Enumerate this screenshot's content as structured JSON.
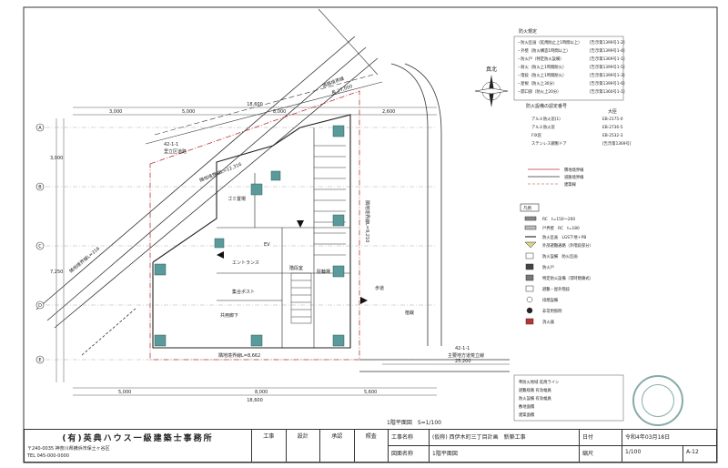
{
  "dims": {
    "top_total": "18,600",
    "top_a": "3,000",
    "top_b": "5,000",
    "top_c": "8,000",
    "top_d": "2,600",
    "bottom_total": "18,600",
    "bottom_a": "5,000",
    "bottom_b": "8,000",
    "bottom_c": "5,600",
    "right_total": "25,200",
    "left_1": "3,000",
    "left_2": "7,250"
  },
  "grid": {
    "rows": [
      "A",
      "B",
      "C",
      "D",
      "E"
    ]
  },
  "roads": {
    "top_title": "道路境界線",
    "top_len": "長 27,000",
    "mid_title": "42-1-1",
    "mid_sub": "里立区道路",
    "diag_title": "隣地境界線L=12,316",
    "left_title": "隣地境界線L=316",
    "bottom_title": "隣地境界線L=8,662",
    "right_title": "隣地境界線L=9,210",
    "right_road_title": "42-1-1",
    "right_road_sub": "主要地方道荒立線",
    "north": "真北"
  },
  "rooms": {
    "entrance": "エントランス",
    "mailbox": "集合ポスト",
    "hall": "共用廊下",
    "stair": "階段室",
    "elevator": "EV",
    "trash": "ゴミ置場",
    "parking": "駐輪場",
    "side_road": "歩道",
    "planting": "植栽"
  },
  "legend_top": {
    "title": "防火規定",
    "items": [
      {
        "text": "・防火区画（延焼防止上1時間以上）",
        "code": "[告示第1399号1-2]"
      },
      {
        "text": "・外壁（防火構造1時間以上）",
        "code": "[告示第1399号1-4]"
      },
      {
        "text": "・防火戸（特定防火設備）",
        "code": "[告示第1369号1-1]"
      },
      {
        "text": "・耐火（防火上1時間耐火）",
        "code": "[告示第1399号1-5]"
      },
      {
        "text": "・階段（防火上1時間耐火）",
        "code": "[告示第1399号1-3]"
      },
      {
        "text": "・屋根（防火上30分）",
        "code": "[告示第1399号1-6]"
      },
      {
        "text": "・開口部（防火上20分）",
        "code": "[告示第1360号1-1]"
      }
    ]
  },
  "legend_fire": {
    "title": "防火設備の認定番号",
    "sub": "大臣",
    "items": [
      {
        "text": "アルミ防火窓(1)",
        "code": "EB-2175-0"
      },
      {
        "text": "アルミ防火窓",
        "code": "EB-2736-5"
      },
      {
        "text": "FIX窓",
        "code": "EB-2532-3"
      },
      {
        "text": "ステンレス鋼製ドア",
        "code": "[告示第1369号]"
      }
    ]
  },
  "legend_lines": [
    {
      "text": "隣地境界線",
      "color": "#b33"
    },
    {
      "text": "道路境界線",
      "color": "#333"
    },
    {
      "text": "建築線",
      "color": "#b33"
    }
  ],
  "legend_symbols": {
    "head": "凡例",
    "items": [
      {
        "text": "RC　t=150〜200"
      },
      {
        "text": "戸界壁　RC　t=180"
      },
      {
        "text": "防火区画　LGS下地＋PB"
      },
      {
        "text": "外部避難通路（外階段部分）"
      },
      {
        "text": "防火設備　防火区画"
      },
      {
        "text": "防火戸"
      },
      {
        "text": "特定防火設備（常時閉鎖式）"
      },
      {
        "text": "避難・屋外階段"
      },
      {
        "text": "排煙設備"
      },
      {
        "text": "非常用照明"
      },
      {
        "text": "消火器"
      }
    ]
  },
  "notes": [
    "準防火地域 延焼ライン",
    "避難経路 有効幅員",
    "防火設備 有効幅員",
    "敷地面積",
    "建築面積"
  ],
  "drawing_label": "1階平面図　S=1/100",
  "title_block": {
    "firm": "(有)英典ハウス一級建築士事務所",
    "firm_addr": "〒240-0035 神奈川県横浜市保土ヶ谷区",
    "firm_tel": "TEL 045-000-0000",
    "approvals": [
      "工事",
      "設計",
      "承認",
      "照査"
    ],
    "project_key": "工事名称",
    "project_val": "(仮称) 西伊木町三丁目計画　新築工事",
    "drawing_key": "図面名称",
    "drawing_val": "1階平面図",
    "date_key": "日付",
    "date_val": "令和4年03月18日",
    "scale_key": "縮尺",
    "scale_val": "1/100",
    "sheet_no": "A-12"
  }
}
